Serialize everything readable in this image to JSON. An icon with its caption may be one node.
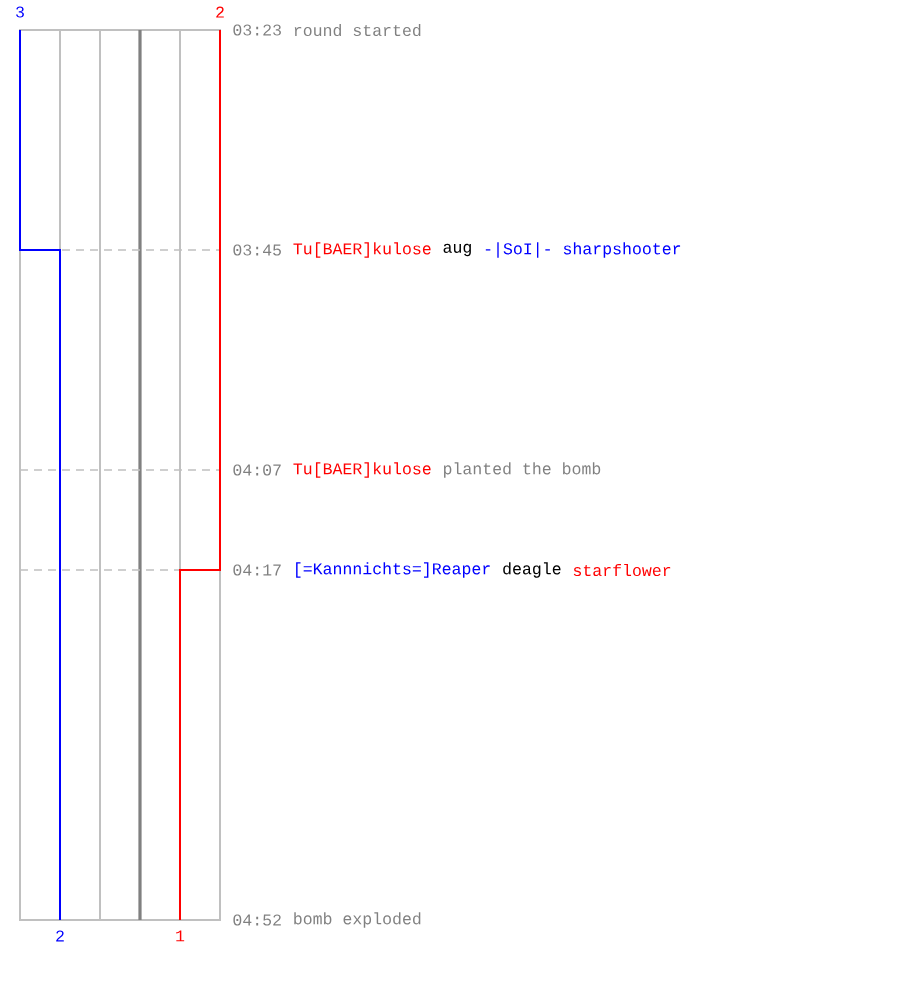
{
  "diagram": {
    "labels": [
      "3",
      "2",
      "03:23",
      "round started",
      "03:45",
      "Tu[BAER]kulose",
      "aug",
      "-|SoI|- sharpshooter",
      "04:07",
      "Tu[BAER]kulose",
      "planted the bomb",
      "04:17",
      "[=Kannnichts=]Reaper",
      "deagle",
      "starflower",
      "2",
      "1",
      "04:52",
      "bomb exploded"
    ]
  }
}
